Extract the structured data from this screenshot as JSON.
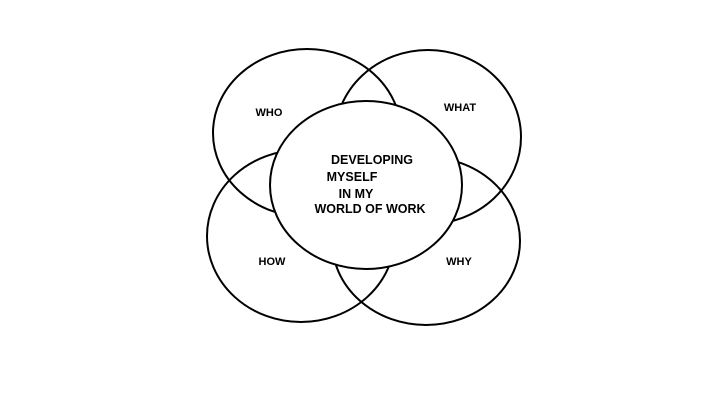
{
  "diagram": {
    "petals": {
      "who": "WHO",
      "what": "WHAT",
      "how": "HOW",
      "why": "WHY"
    },
    "center_lines": [
      "DEVELOPING",
      "MYSELF",
      "IN MY",
      "WORLD OF WORK"
    ],
    "colors": {
      "stroke": "#000000",
      "background": "#ffffff"
    }
  }
}
